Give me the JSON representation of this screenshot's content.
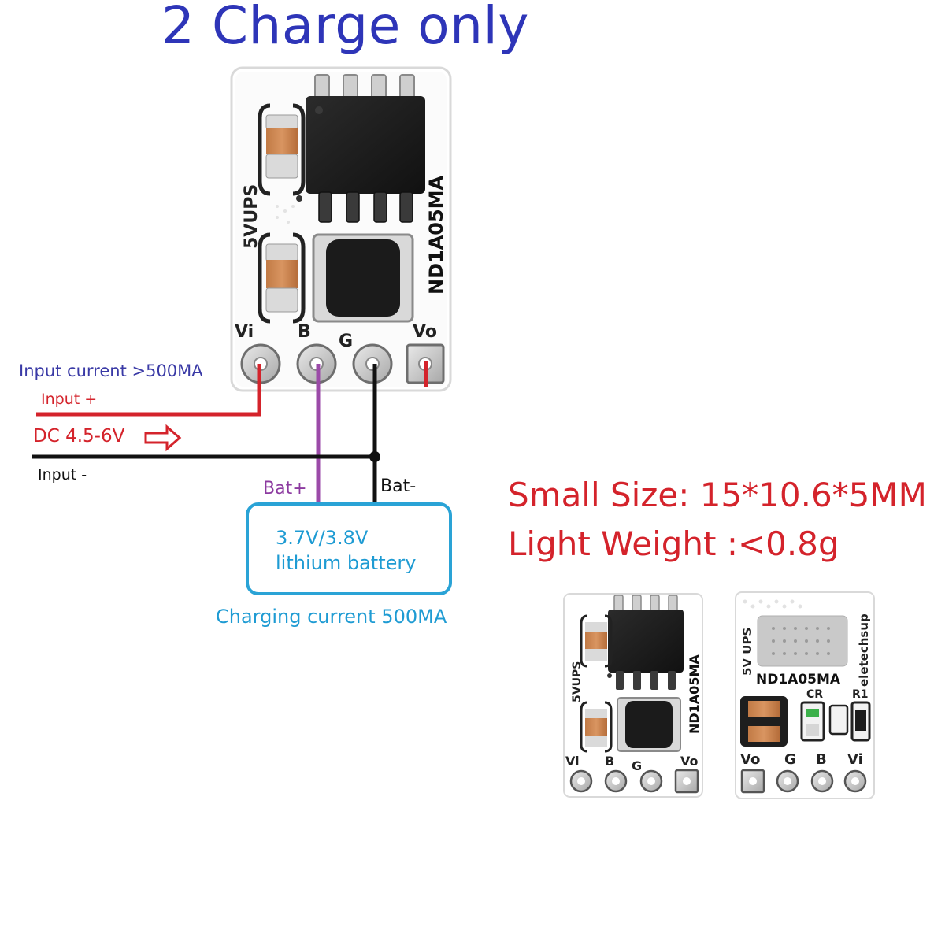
{
  "title": "2 Charge only",
  "board_large": {
    "brand": "5VUPS",
    "model": "ND1A05MA",
    "pins": [
      "Vi",
      "B",
      "G",
      "Vo"
    ]
  },
  "wiring": {
    "input_current": "Input current >500MA",
    "input_plus": "Input +",
    "dc_range": "DC 4.5-6V",
    "input_minus": "Input -",
    "bat_plus": "Bat+",
    "bat_minus": "Bat-",
    "colors": {
      "positive": "#d4232b",
      "negative": "#111111",
      "battery_positive": "#9b4aa8"
    }
  },
  "battery": {
    "line1": "3.7V/3.8V",
    "line2": "lithium battery",
    "charging_current": "Charging current 500MA",
    "color": "#2aa3d6"
  },
  "specs": {
    "size": "Small Size: 15*10.6*5MM",
    "weight": "Light Weight :<0.8g"
  },
  "board_front_small": {
    "brand": "5VUPS",
    "model": "ND1A05MA",
    "pins": [
      "Vi",
      "B",
      "G",
      "Vo"
    ]
  },
  "board_back_small": {
    "brand": "5V UPS",
    "model": "ND1A05MA",
    "maker": "eletechsup",
    "parts": [
      "CR",
      "R1"
    ],
    "pins": [
      "Vo",
      "G",
      "B",
      "Vi"
    ]
  }
}
